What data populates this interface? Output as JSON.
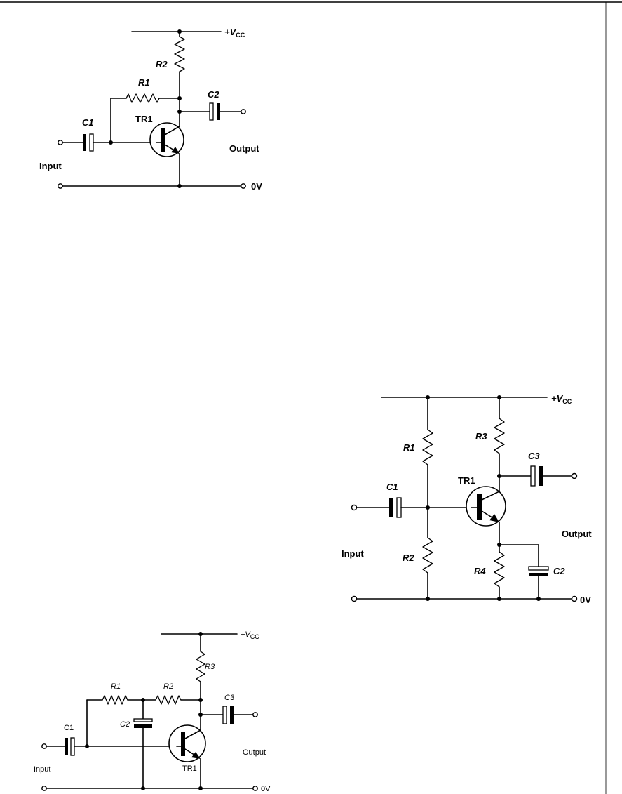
{
  "circuit_1": {
    "vcc": "+V",
    "vcc_sub": "CC",
    "r1": "R1",
    "r2": "R2",
    "c1": "C1",
    "c2": "C2",
    "tr1": "TR1",
    "input": "Input",
    "output": "Output",
    "ground": "0V"
  },
  "circuit_2": {
    "vcc": "+V",
    "vcc_sub": "CC",
    "r1": "R1",
    "r2": "R2",
    "r3": "R3",
    "r4": "R4",
    "c1": "C1",
    "c2": "C2",
    "c3": "C3",
    "tr1": "TR1",
    "input": "Input",
    "output": "Output",
    "ground": "0V"
  },
  "circuit_3": {
    "vcc": "+V",
    "vcc_sub": "CC",
    "r1": "R1",
    "r2": "R2",
    "r3": "R3",
    "c1": "C1",
    "c2": "C2",
    "c3": "C3",
    "tr1": "TR1",
    "input": "Input",
    "output": "Output",
    "ground": "0V"
  }
}
